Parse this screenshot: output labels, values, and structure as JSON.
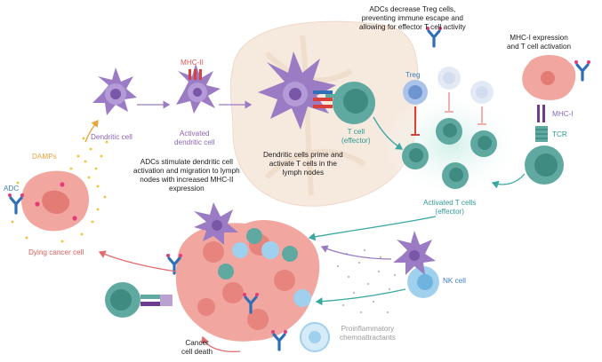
{
  "labels": {
    "dendritic_cell": "Dendritic cell",
    "mhc_ii": "MHC-II",
    "activated_dendritic_cell_l1": "Activated",
    "activated_dendritic_cell_l2": "dendritic cell",
    "t_cell_effector_l1": "T cell",
    "t_cell_effector_l2": "(effector)",
    "treg_decrease_l1": "ADCs decrease Treg cells,",
    "treg_decrease_l2": "preventing immune escape and",
    "treg_decrease_l3": "allowing for effector T cell activity",
    "treg": "Treg",
    "mhc_i_expression_l1": "MHC-I expression",
    "mhc_i_expression_l2": "and T cell activation",
    "mhc_i": "MHC-I",
    "tcr": "TCR",
    "damps": "DAMPs",
    "adc": "ADC",
    "adcs_stimulate_l1": "ADCs stimulate dendritic cell",
    "adcs_stimulate_l2": "activation and migration to lymph",
    "adcs_stimulate_l3": "nodes with increased MHC-II",
    "adcs_stimulate_l4": "expression",
    "dc_prime_l1": "Dendritic cells prime and",
    "dc_prime_l2": "activate T cells in the",
    "dc_prime_l3": "lymph nodes",
    "activated_t_cells_l1": "Activated T cells",
    "activated_t_cells_l2": "(effector)",
    "dying_cancer_cell": "Dying cancer cell",
    "nk_cell": "NK cell",
    "proinflammatory_l1": "Proinflammatory",
    "proinflammatory_l2": "chemoattractants",
    "cancer_cell_death_l1": "Cancer",
    "cancer_cell_death_l2": "cell death"
  },
  "colors": {
    "purple_dc": "#9b7cc4",
    "teal_tcell": "#5fa9a0",
    "cancer_pink": "#f2a6a0",
    "lymph_node": "#f6e9de",
    "blue_nk": "#9fd0ee",
    "treg_blue": "#a9c3ea",
    "antibody_blue": "#2f6fb6",
    "payload_pink": "#e23c7a",
    "mhc_red": "#d9423c",
    "damps_yellow": "#f2c233",
    "arrow_teal": "#3aa7a0",
    "arrow_purple": "#9b7cc4",
    "arrow_red": "#e36b6b",
    "arrow_orange": "#e8a33d"
  }
}
